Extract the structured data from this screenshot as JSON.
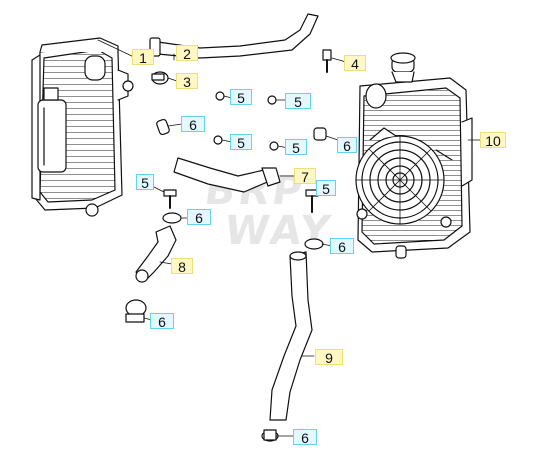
{
  "watermark": {
    "line1": "BRP",
    "line2": "WAY"
  },
  "callouts": [
    {
      "id": "c1",
      "text": "1",
      "style": "yellow"
    },
    {
      "id": "c2",
      "text": "2",
      "style": "yellow"
    },
    {
      "id": "c3",
      "text": "3",
      "style": "yellow"
    },
    {
      "id": "c4",
      "text": "4",
      "style": "yellow"
    },
    {
      "id": "c5a",
      "text": "5",
      "style": "cyan"
    },
    {
      "id": "c5b",
      "text": "5",
      "style": "cyan"
    },
    {
      "id": "c6a",
      "text": "6",
      "style": "cyan"
    },
    {
      "id": "c5c",
      "text": "5",
      "style": "cyan"
    },
    {
      "id": "c5d",
      "text": "5",
      "style": "cyan"
    },
    {
      "id": "c6b",
      "text": "6",
      "style": "cyan"
    },
    {
      "id": "c10",
      "text": "10",
      "style": "yellow"
    },
    {
      "id": "c7",
      "text": "7",
      "style": "yellow"
    },
    {
      "id": "c5e",
      "text": "5",
      "style": "cyan"
    },
    {
      "id": "c5f",
      "text": "5",
      "style": "cyan"
    },
    {
      "id": "c6c",
      "text": "6",
      "style": "cyan"
    },
    {
      "id": "c6d",
      "text": "6",
      "style": "cyan"
    },
    {
      "id": "c8",
      "text": "8",
      "style": "yellow"
    },
    {
      "id": "c6e",
      "text": "6",
      "style": "cyan"
    },
    {
      "id": "c9",
      "text": "9",
      "style": "yellow"
    },
    {
      "id": "c6f",
      "text": "6",
      "style": "cyan"
    }
  ]
}
